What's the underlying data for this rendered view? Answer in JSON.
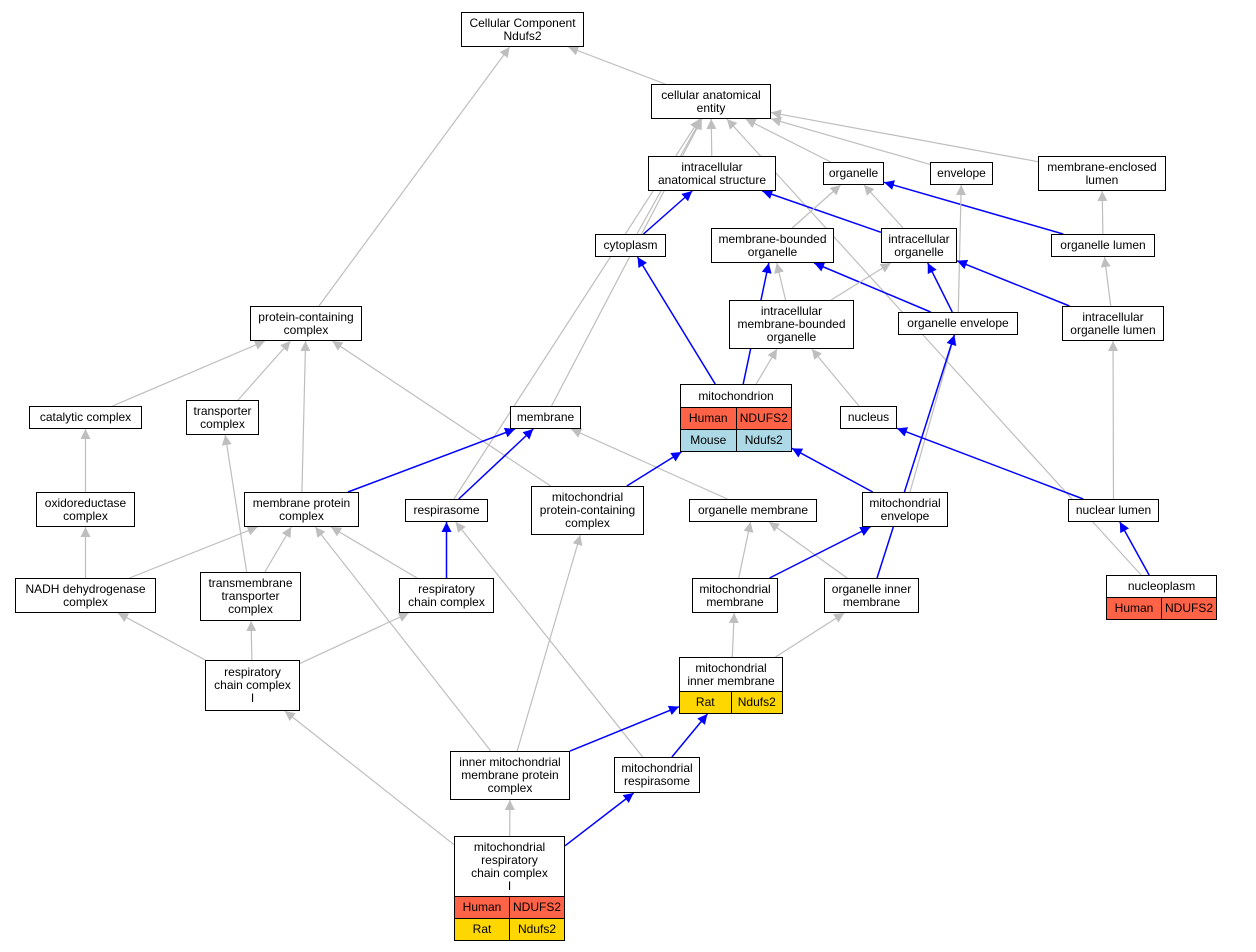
{
  "colors": {
    "gray_edge": "#bebebe",
    "blue_edge": "#0000ff",
    "human": "#ff6347",
    "mouse": "#add8e6",
    "rat": "#ffd700"
  },
  "nodes": {
    "cc_root": "Cellular Component\nNdufs2",
    "cae": "cellular anatomical\nentity",
    "ias": "intracellular\nanatomical structure",
    "organelle": "organelle",
    "envelope": "envelope",
    "mel": "membrane-enclosed\nlumen",
    "cytoplasm": "cytoplasm",
    "mbo": "membrane-bounded\norganelle",
    "io": "intracellular\norganelle",
    "ol": "organelle lumen",
    "pcc": "protein-containing\ncomplex",
    "imbo": "intracellular\nmembrane-bounded\norganelle",
    "oe": "organelle envelope",
    "iol": "intracellular\norganelle lumen",
    "catalytic": "catalytic complex",
    "transporter": "transporter\ncomplex",
    "membrane": "membrane",
    "nucleus": "nucleus",
    "oxido": "oxidoreductase\ncomplex",
    "mpc": "membrane protein\ncomplex",
    "respirasome": "respirasome",
    "mpcc": "mitochondrial\nprotein-containing\ncomplex",
    "om": "organelle membrane",
    "menv": "mitochondrial\nenvelope",
    "nl": "nuclear lumen",
    "nadh": "NADH dehydrogenase\ncomplex",
    "ttc": "transmembrane\ntransporter\ncomplex",
    "rcc": "respiratory\nchain complex",
    "mm": "mitochondrial\nmembrane",
    "oim": "organelle inner\nmembrane",
    "rcc1": "respiratory\nchain complex\nI",
    "imm_pc": "inner mitochondrial\nmembrane protein\ncomplex",
    "mresp": "mitochondrial\nrespirasome"
  },
  "annotated": {
    "mitochondrion": {
      "label": "mitochondrion",
      "rows": [
        [
          "Human",
          "NDUFS2"
        ],
        [
          "Mouse",
          "Ndufs2"
        ]
      ]
    },
    "nucleoplasm": {
      "label": "nucleoplasm",
      "rows": [
        [
          "Human",
          "NDUFS2"
        ]
      ]
    },
    "mim": {
      "label": "mitochondrial\ninner membrane",
      "rows": [
        [
          "Rat",
          "Ndufs2"
        ]
      ]
    },
    "mrcc1": {
      "label": "mitochondrial\nrespiratory\nchain complex\nI",
      "rows": [
        [
          "Human",
          "NDUFS2"
        ],
        [
          "Rat",
          "Ndufs2"
        ]
      ]
    }
  },
  "edges": [
    [
      "cae",
      "cc_root",
      "gray"
    ],
    [
      "pcc",
      "cc_root",
      "gray"
    ],
    [
      "ias",
      "cae",
      "gray"
    ],
    [
      "organelle",
      "cae",
      "gray"
    ],
    [
      "envelope",
      "cae",
      "gray"
    ],
    [
      "mel",
      "cae",
      "gray"
    ],
    [
      "cytoplasm",
      "cae",
      "gray"
    ],
    [
      "membrane",
      "cae",
      "gray"
    ],
    [
      "respirasome",
      "cae",
      "gray"
    ],
    [
      "nucleoplasm",
      "cae",
      "gray"
    ],
    [
      "cytoplasm",
      "ias",
      "blue"
    ],
    [
      "io",
      "ias",
      "blue"
    ],
    [
      "mbo",
      "organelle",
      "gray"
    ],
    [
      "io",
      "organelle",
      "gray"
    ],
    [
      "ol",
      "organelle",
      "blue"
    ],
    [
      "oe",
      "envelope",
      "gray"
    ],
    [
      "ol",
      "mel",
      "gray"
    ],
    [
      "imbo",
      "mbo",
      "gray"
    ],
    [
      "oe",
      "mbo",
      "blue"
    ],
    [
      "mitochondrion",
      "mbo",
      "blue"
    ],
    [
      "imbo",
      "io",
      "gray"
    ],
    [
      "oe",
      "io",
      "blue"
    ],
    [
      "iol",
      "io",
      "blue"
    ],
    [
      "iol",
      "ol",
      "gray"
    ],
    [
      "mitochondrion",
      "cytoplasm",
      "blue"
    ],
    [
      "mitochondrion",
      "imbo",
      "gray"
    ],
    [
      "nucleus",
      "imbo",
      "gray"
    ],
    [
      "menv",
      "oe",
      "gray"
    ],
    [
      "oim",
      "oe",
      "blue"
    ],
    [
      "nl",
      "iol",
      "gray"
    ],
    [
      "catalytic",
      "pcc",
      "gray"
    ],
    [
      "transporter",
      "pcc",
      "gray"
    ],
    [
      "mpc",
      "pcc",
      "gray"
    ],
    [
      "mpcc",
      "pcc",
      "gray"
    ],
    [
      "oxido",
      "catalytic",
      "gray"
    ],
    [
      "ttc",
      "transporter",
      "gray"
    ],
    [
      "mpc",
      "membrane",
      "blue"
    ],
    [
      "respirasome",
      "membrane",
      "blue"
    ],
    [
      "om",
      "membrane",
      "gray"
    ],
    [
      "mpcc",
      "mitochondrion",
      "blue"
    ],
    [
      "menv",
      "mitochondrion",
      "blue"
    ],
    [
      "nl",
      "nucleus",
      "blue"
    ],
    [
      "nadh",
      "oxido",
      "gray"
    ],
    [
      "nadh",
      "mpc",
      "gray"
    ],
    [
      "ttc",
      "mpc",
      "gray"
    ],
    [
      "rcc",
      "mpc",
      "gray"
    ],
    [
      "imm_pc",
      "mpc",
      "gray"
    ],
    [
      "rcc",
      "respirasome",
      "blue"
    ],
    [
      "mresp",
      "respirasome",
      "gray"
    ],
    [
      "mm",
      "om",
      "gray"
    ],
    [
      "oim",
      "om",
      "gray"
    ],
    [
      "mm",
      "menv",
      "blue"
    ],
    [
      "nucleoplasm",
      "nl",
      "blue"
    ],
    [
      "rcc1",
      "nadh",
      "gray"
    ],
    [
      "rcc1",
      "ttc",
      "gray"
    ],
    [
      "rcc1",
      "rcc",
      "gray"
    ],
    [
      "imm_pc",
      "mpcc",
      "gray"
    ],
    [
      "mim",
      "mm",
      "gray"
    ],
    [
      "mim",
      "oim",
      "gray"
    ],
    [
      "mrcc1",
      "rcc1",
      "gray"
    ],
    [
      "imm_pc",
      "mim",
      "blue"
    ],
    [
      "mresp",
      "mim",
      "blue"
    ],
    [
      "mrcc1",
      "imm_pc",
      "gray"
    ],
    [
      "mrcc1",
      "mresp",
      "blue"
    ]
  ]
}
